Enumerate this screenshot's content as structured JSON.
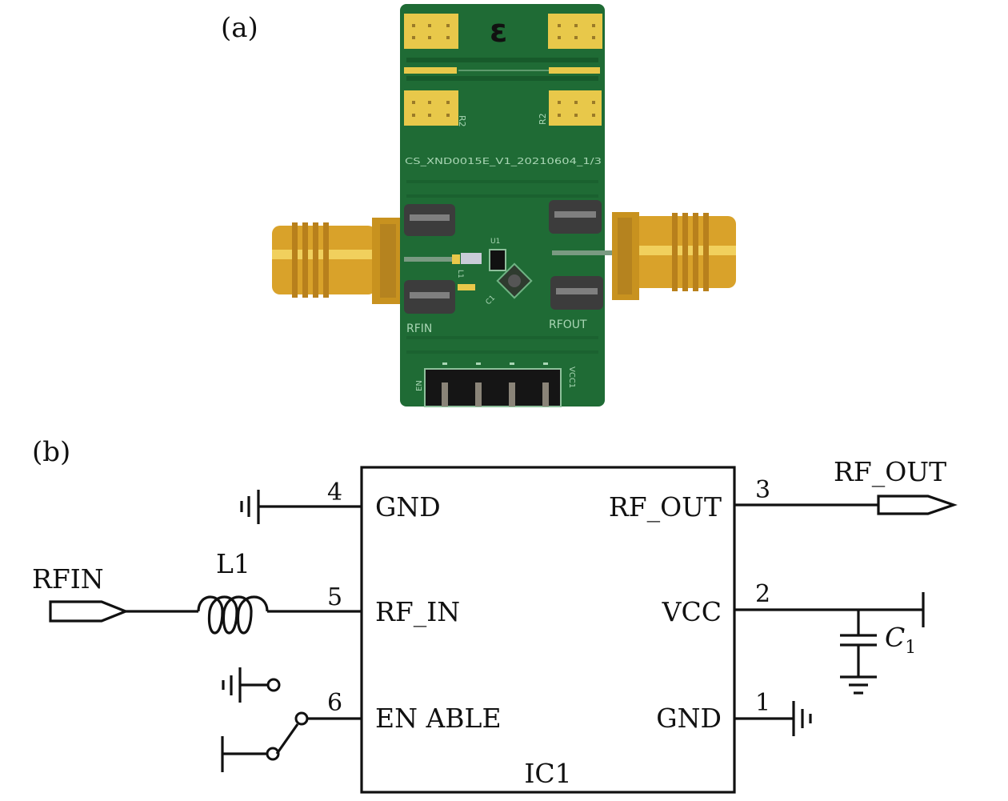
{
  "panels": {
    "a": {
      "label": "(a)",
      "description": "PCB photograph of LNA evaluation board"
    },
    "b": {
      "label": "(b)",
      "description": "Schematic of LNA application circuit"
    }
  },
  "colors": {
    "pcb_green": "#1f6b35",
    "pcb_dark": "#175a2b",
    "gold_pad": "#e8c84a",
    "connector_gold": "#d9a22a",
    "line": "#111111"
  },
  "pcb": {
    "silkscreen_title": "CS_XND0015E_V1_20210604_1/3",
    "rfin_label": "RFIN",
    "rfout_label": "RFOUT",
    "marker": "ε",
    "pad_ref_left": "R2",
    "pad_ref_right": "R2",
    "comp_u1": "U1",
    "comp_l1": "L1",
    "comp_c1": "C1",
    "header_label_left": "EN",
    "header_label_right": "VCC1",
    "header_pin_count": 4
  },
  "schematic": {
    "ic": {
      "ref": "IC1",
      "left_pins": [
        {
          "number": "4",
          "name": "GND"
        },
        {
          "number": "5",
          "name": "RF_IN"
        },
        {
          "number": "6",
          "name": "EN ABLE"
        }
      ],
      "right_pins": [
        {
          "number": "3",
          "name": "RF_OUT"
        },
        {
          "number": "2",
          "name": "VCC"
        },
        {
          "number": "1",
          "name": "GND"
        }
      ]
    },
    "input_port": "RFIN",
    "output_port": "RF_OUT",
    "inductor": "L1",
    "capacitor": "C",
    "capacitor_sub": "1"
  }
}
